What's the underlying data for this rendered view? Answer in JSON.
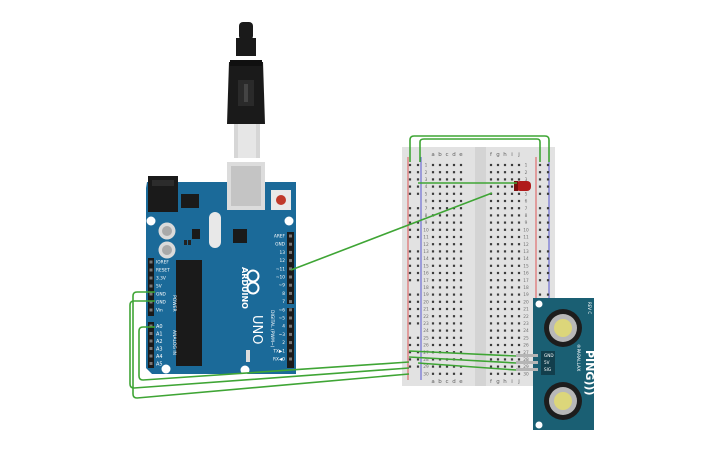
{
  "arduino": {
    "model": "UNO",
    "brand": "ARDUINO",
    "power_header": "POWER",
    "analog_header": "ANALOG IN",
    "digital_header": "DIGITAL (PWM~)",
    "power_pins": [
      "IOREF",
      "RESET",
      "3.3V",
      "5V",
      "GND",
      "GND",
      "Vin"
    ],
    "analog_pins": [
      "A0",
      "A1",
      "A2",
      "A3",
      "A4",
      "A5"
    ],
    "digital_pins": [
      "AREF",
      "GND",
      "13",
      "12",
      "~11",
      "~10",
      "~9",
      "8",
      "7",
      "~6",
      "~5",
      "4",
      "~3",
      "2",
      "TX▶1",
      "RX◀0"
    ]
  },
  "breadboard": {
    "columns_left": [
      "a",
      "b",
      "c",
      "d",
      "e"
    ],
    "columns_right": [
      "f",
      "g",
      "h",
      "i",
      "j"
    ],
    "rows": [
      "1",
      "2",
      "3",
      "4",
      "5",
      "6",
      "7",
      "8",
      "9",
      "10",
      "11",
      "12",
      "13",
      "14",
      "15",
      "16",
      "17",
      "18",
      "19",
      "20",
      "21",
      "22",
      "23",
      "24",
      "25",
      "26",
      "27",
      "28",
      "29",
      "30"
    ]
  },
  "sensor": {
    "name": "PING)))",
    "brand": "®PARALLAX",
    "rev": "REV C",
    "pins": [
      "GND",
      "5V",
      "SIG"
    ]
  },
  "colors": {
    "wire": "#3fa535",
    "board": "#1b6a99",
    "sensor_board": "#1a5f73",
    "led": "#b01a1a",
    "usb_plug": "#1a1a1a"
  }
}
